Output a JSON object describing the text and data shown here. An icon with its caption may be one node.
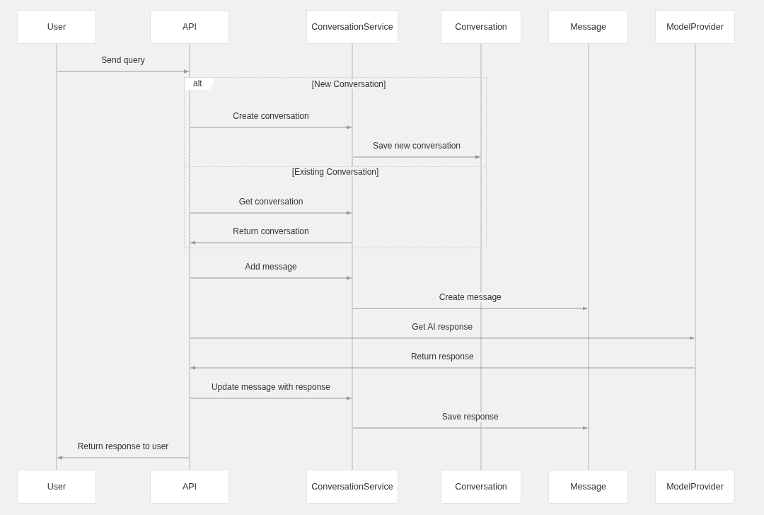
{
  "diagram": {
    "nodes": [
      {
        "text": [
          "User"
        ]
      },
      {
        "text": [
          "API"
        ]
      },
      {
        "text": [
          "ConversationService"
        ]
      },
      {
        "text": [
          "Conversation"
        ]
      },
      {
        "text": [
          "Message"
        ]
      },
      {
        "text": [
          "ModelProvider"
        ]
      },
      {
        "text": [],
        "shape": "bar"
      },
      {
        "text": [],
        "shape": "bar"
      },
      {
        "text": [],
        "shape": "bar"
      },
      {
        "text": [],
        "shape": "bar"
      },
      {
        "text": [],
        "shape": "bar"
      },
      {
        "text": [],
        "shape": "bar"
      },
      {
        "text": [
          "User"
        ]
      },
      {
        "text": [
          "API"
        ]
      },
      {
        "text": [
          "ConversationService"
        ]
      },
      {
        "text": [
          "Conversation"
        ]
      },
      {
        "text": [
          "Message"
        ]
      },
      {
        "text": [
          "ModelProvider"
        ]
      }
    ],
    "edges": [
      {
        "from": 6,
        "to": 7,
        "arrow": "to",
        "label": "Send query"
      },
      {
        "from": 7,
        "to": 8,
        "arrow": "to",
        "label": "Create conversation"
      },
      {
        "from": 8,
        "to": 9,
        "arrow": "to",
        "label": "Save new conversation"
      },
      {
        "from": 7,
        "to": 8,
        "arrow": "to",
        "label": "Get conversation"
      },
      {
        "from": 8,
        "to": 7,
        "arrow": "to",
        "label": "Return conversation"
      },
      {
        "from": 7,
        "to": 8,
        "arrow": "to",
        "label": "Add message"
      },
      {
        "from": 8,
        "to": 10,
        "arrow": "to",
        "label": "Create message"
      },
      {
        "from": 7,
        "to": 11,
        "arrow": "to",
        "label": "Get AI response"
      },
      {
        "from": 11,
        "to": 7,
        "arrow": "to",
        "label": "Return response"
      },
      {
        "from": 7,
        "to": 8,
        "arrow": "to",
        "label": "Update message with response"
      },
      {
        "from": 8,
        "to": 10,
        "arrow": "to",
        "label": "Save response"
      },
      {
        "from": 7,
        "to": 6,
        "arrow": "to",
        "label": "Return response to user"
      }
    ],
    "labels": [
      "alt",
      "[New Conversation]",
      "[Existing Conversation]"
    ]
  }
}
